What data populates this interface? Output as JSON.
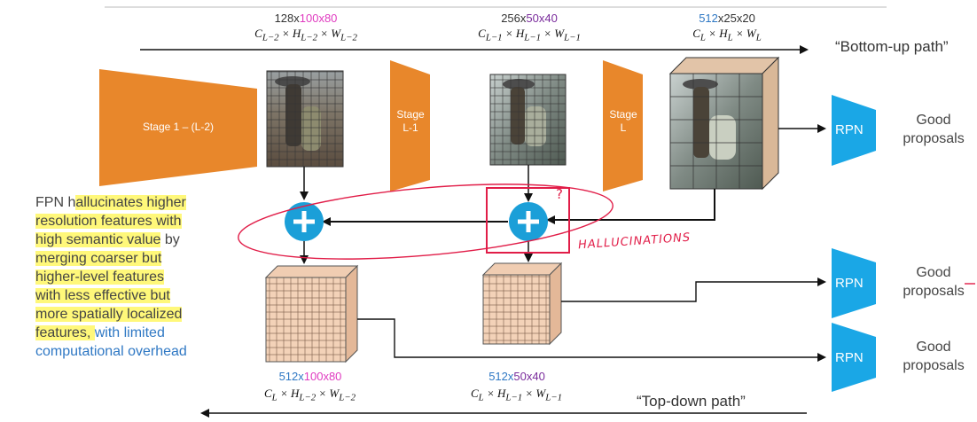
{
  "dims_top": [
    {
      "prefix": "128x",
      "highlight": "100x80",
      "suffix": "",
      "formula": "C_{L−2} × H_{L−2} × W_{L−2}"
    },
    {
      "prefix": "256x",
      "highlight": "50x40",
      "suffix": "",
      "formula": "C_{L−1} × H_{L−1} × W_{L−1}"
    },
    {
      "prefix": "",
      "highlight": "512",
      "suffix": "x25x20",
      "formula": "C_L × H_L × W_L"
    }
  ],
  "dims_bottom": [
    {
      "prefix": "512x",
      "highlight": "100x80",
      "formula": "C_L × H_{L−2} × W_{L−2}"
    },
    {
      "prefix": "512x",
      "highlight": "50x40",
      "formula": "C_L × H_{L−1} × W_{L−1}"
    }
  ],
  "paths": {
    "bottom_up": "“Bottom-up path”",
    "top_down": "“Top-down path”"
  },
  "stages": {
    "first": "Stage 1 – (L-2)",
    "second_line1": "Stage",
    "second_line2": "L-1",
    "third_line1": "Stage",
    "third_line2": "L"
  },
  "rpn_label": "RPN",
  "good_line1": "Good",
  "good_line2": "proposals",
  "plus_symbol": "+",
  "question_mark": "?",
  "handwritten_note": "HALLUCINATIONS",
  "description": {
    "s1": "FPN h",
    "s2": "allucinates higher",
    "s3": "r",
    "s4": "esolution features with",
    "s5": "high semantic value",
    "s6": " by",
    "s7": "merging coarser but",
    "s8": "higher-level features",
    "s9": "with less effective but",
    "s10": "more spatially localized",
    "s11": "features, ",
    "s12": "with limited",
    "s13": "computational overhead"
  },
  "colors": {
    "stage_orange": "#e8872b",
    "rpn_blue": "#1aa7e6",
    "plus_blue": "#1b9fd8",
    "magenta": "#e03bc0",
    "purple": "#7a2c9c",
    "link_blue": "#2f78c4",
    "highlight": "#fff87a",
    "annot_red": "#e11d48"
  }
}
